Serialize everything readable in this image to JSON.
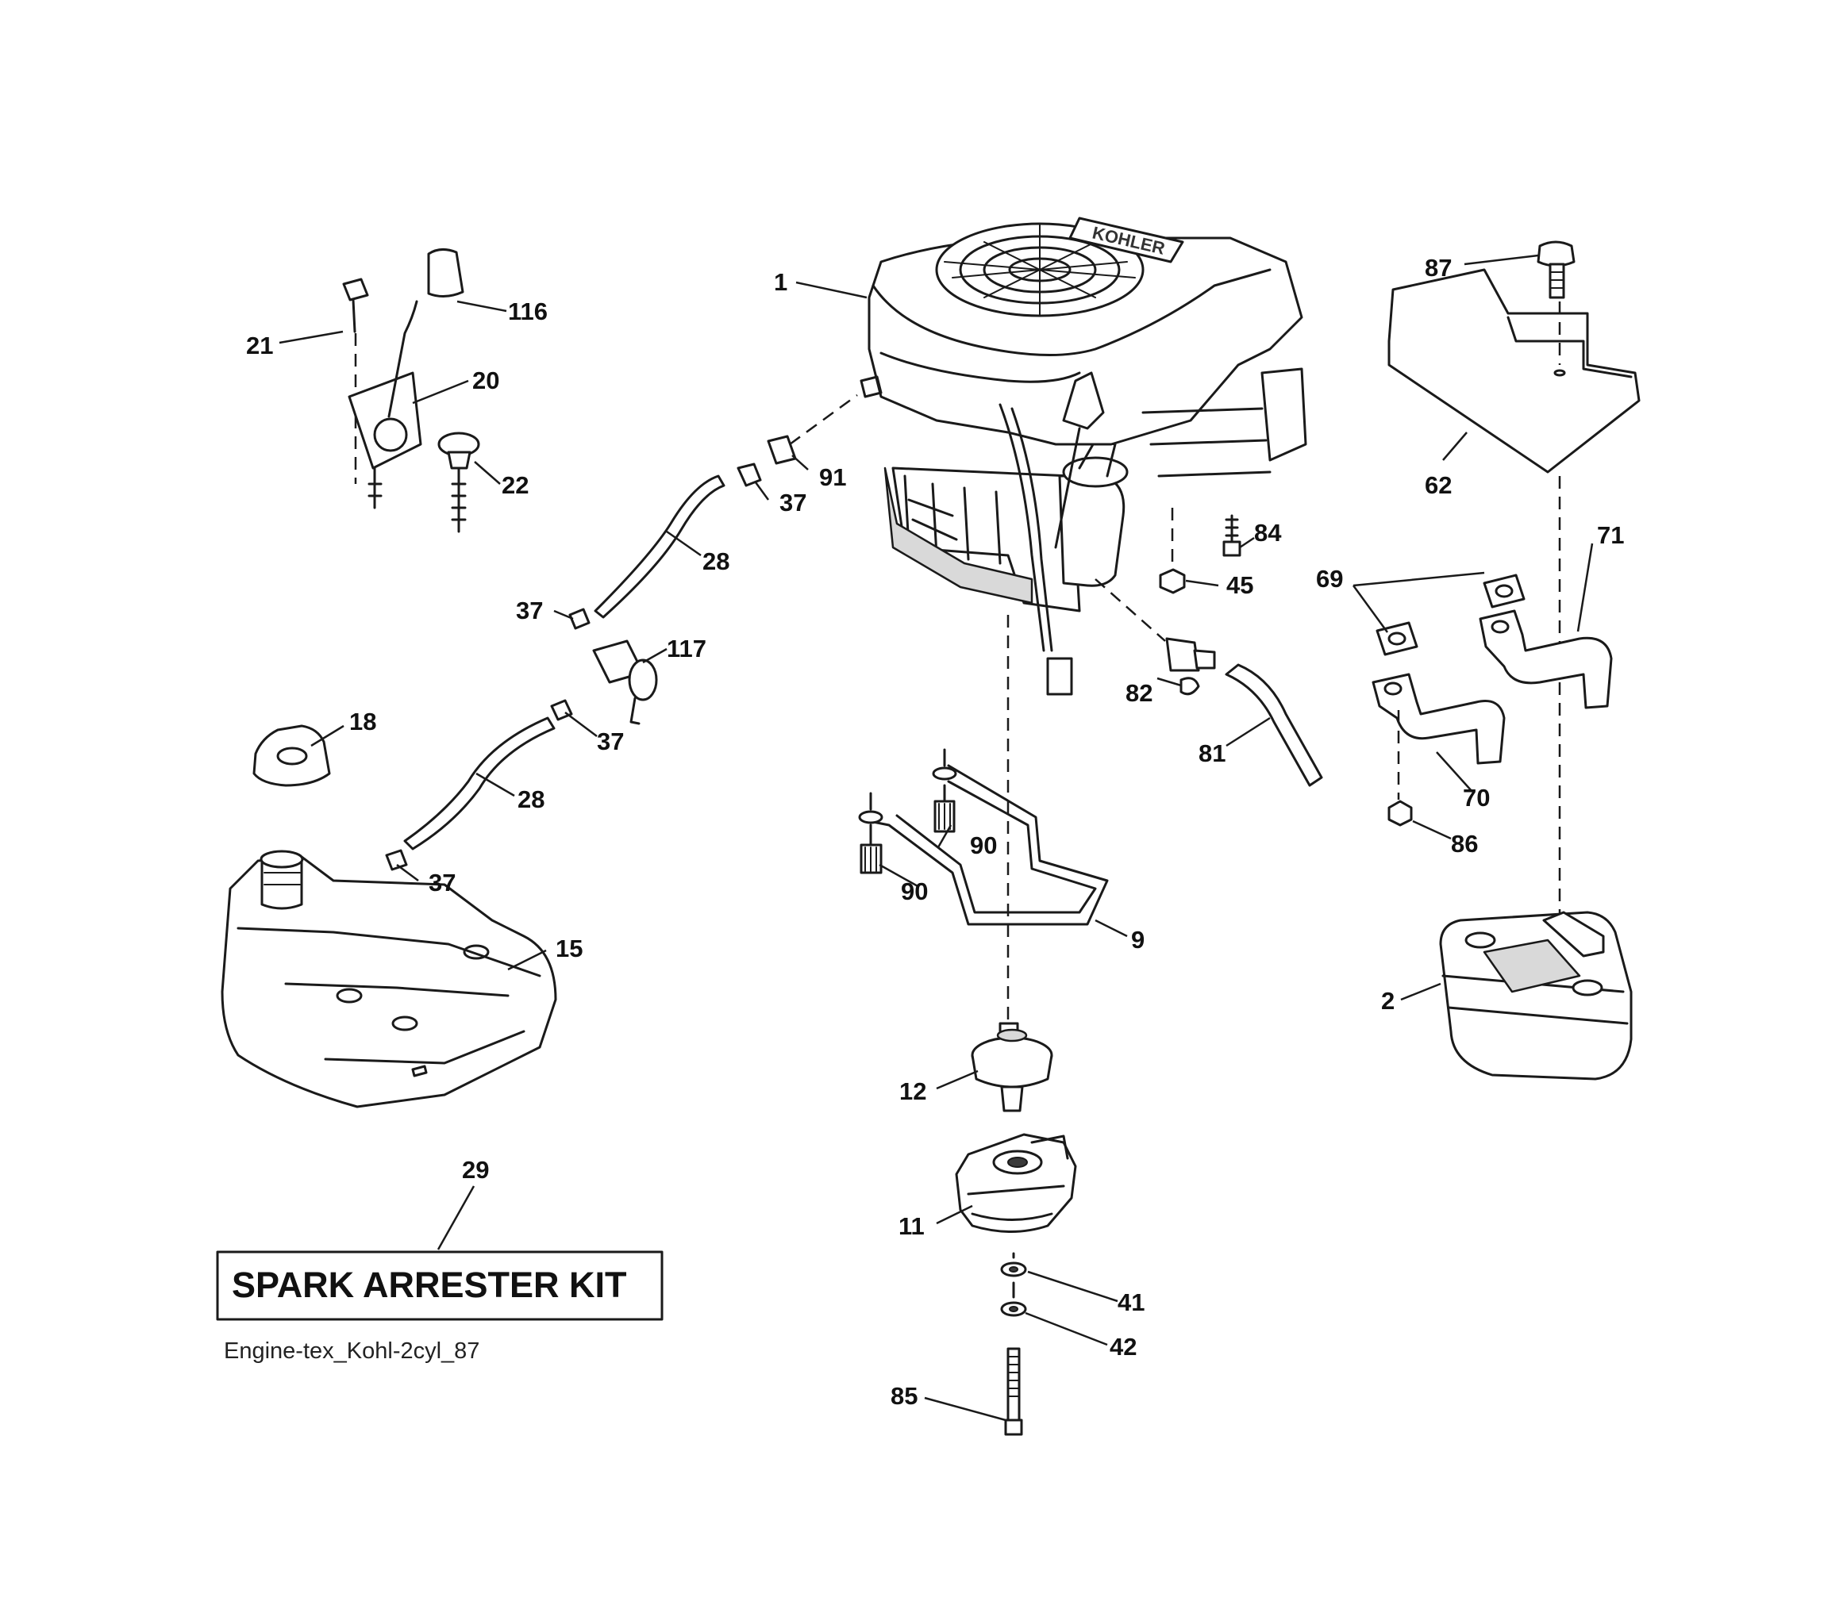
{
  "diagram": {
    "brand_text": "KOHLER",
    "kit_label": "SPARK ARRESTER KIT",
    "caption": "Engine-tex_Kohl-2cyl_87",
    "callouts": {
      "c1": "1",
      "c2": "2",
      "c9": "9",
      "c11": "11",
      "c12": "12",
      "c15": "15",
      "c18": "18",
      "c20": "20",
      "c21": "21",
      "c22": "22",
      "c28a": "28",
      "c28b": "28",
      "c29": "29",
      "c37a": "37",
      "c37b": "37",
      "c37c": "37",
      "c37d": "37",
      "c41": "41",
      "c42": "42",
      "c45": "45",
      "c62": "62",
      "c69": "69",
      "c70": "70",
      "c71": "71",
      "c81": "81",
      "c82": "82",
      "c84": "84",
      "c85": "85",
      "c86": "86",
      "c87": "87",
      "c90a": "90",
      "c90b": "90",
      "c91": "91",
      "c116": "116",
      "c117": "117"
    }
  }
}
